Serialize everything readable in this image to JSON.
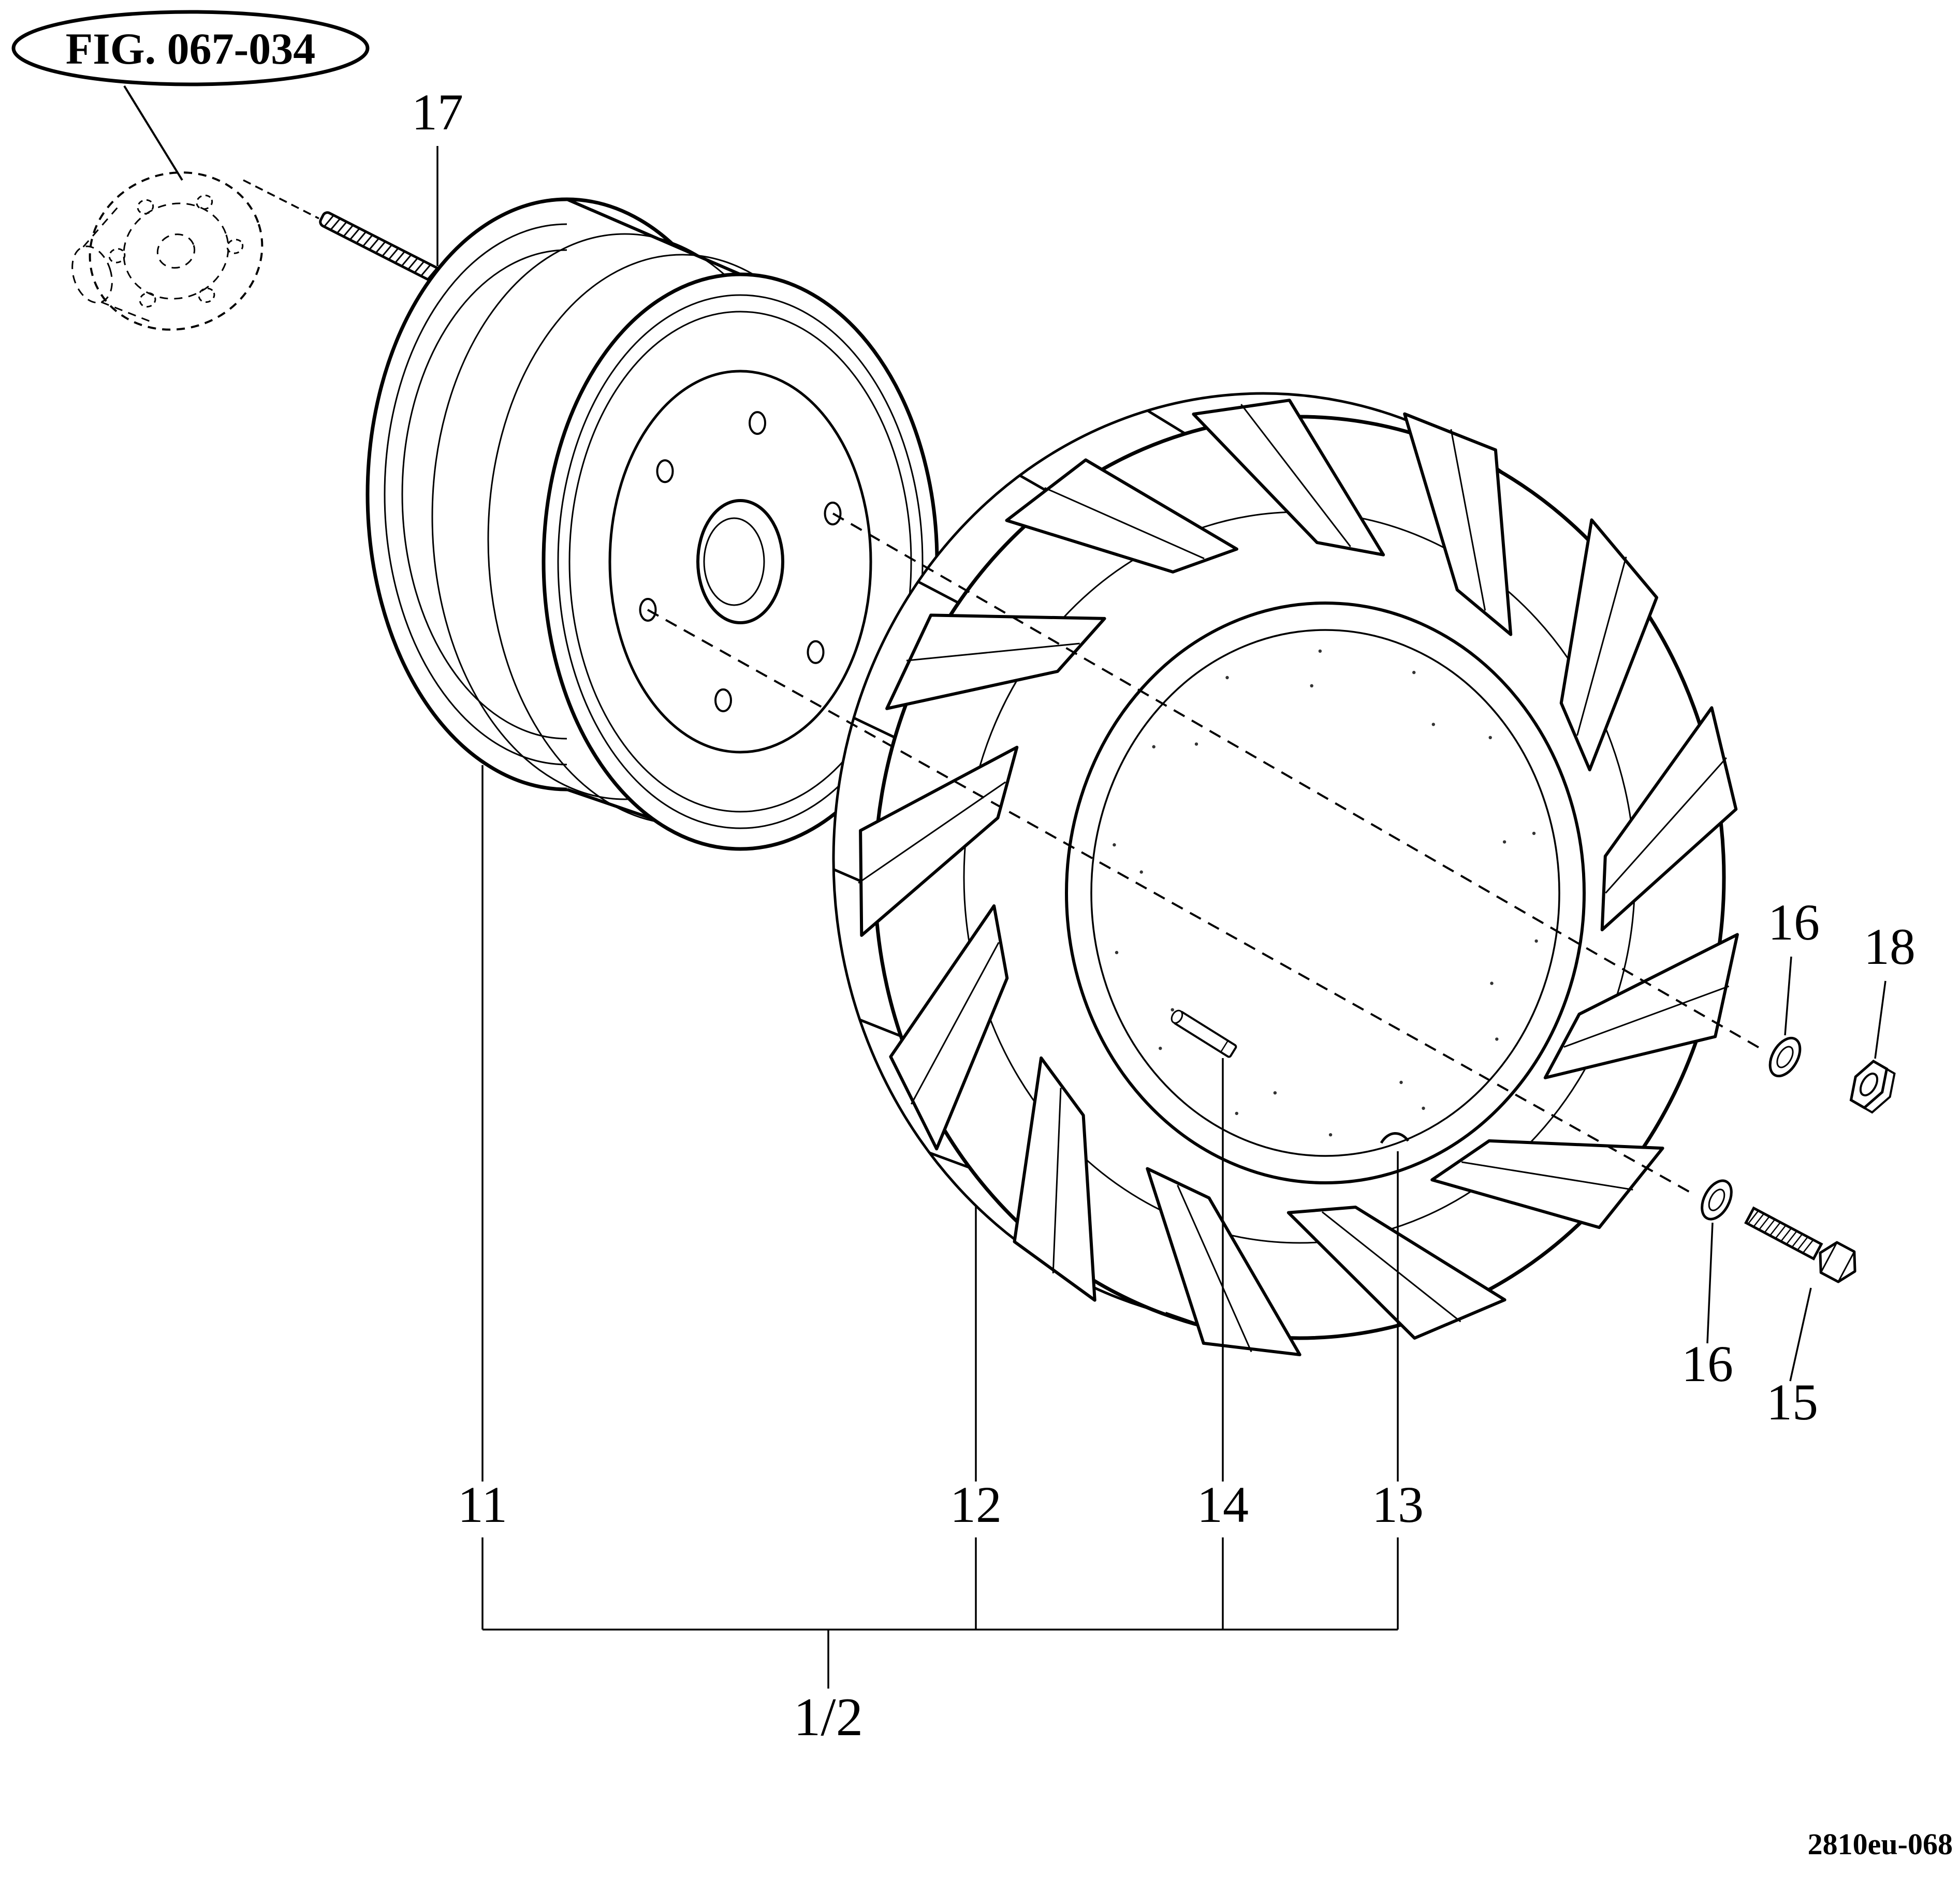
{
  "figure_reference": {
    "label": "FIG. 067-034"
  },
  "drawing_code": "2810eu-068",
  "callouts": {
    "c17": "17",
    "c11": "11",
    "c12": "12",
    "c13": "13",
    "c14": "14",
    "c15": "15",
    "c16_upper": "16",
    "c16_lower": "16",
    "c18": "18",
    "assembly": "1/2"
  },
  "colors": {
    "ink": "#000000",
    "paper": "#ffffff"
  }
}
